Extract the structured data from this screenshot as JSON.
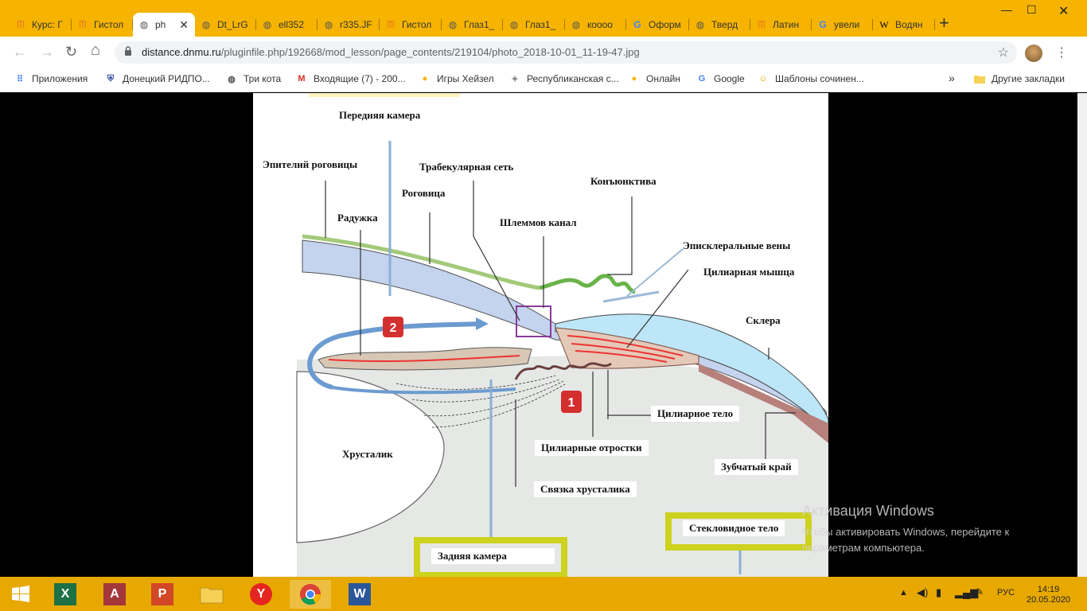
{
  "browser": {
    "tabs": [
      {
        "label": "Курс: Г",
        "icon": "moodle-icon"
      },
      {
        "label": "Гистол",
        "icon": "moodle-icon"
      },
      {
        "label": "ph",
        "icon": "globe-icon",
        "active": true
      },
      {
        "label": "Dt_LrG",
        "icon": "globe-icon"
      },
      {
        "label": "ell352",
        "icon": "globe-icon"
      },
      {
        "label": "r335.JF",
        "icon": "globe-icon"
      },
      {
        "label": "Гистол",
        "icon": "moodle-icon"
      },
      {
        "label": "Глаз1_",
        "icon": "globe-icon"
      },
      {
        "label": "Глаз1_",
        "icon": "globe-icon"
      },
      {
        "label": "кoooo",
        "icon": "globe-icon"
      },
      {
        "label": "Оформ",
        "icon": "google-icon"
      },
      {
        "label": "Тверд",
        "icon": "globe-icon"
      },
      {
        "label": "Латин",
        "icon": "moodle-icon"
      },
      {
        "label": "увели",
        "icon": "google-icon"
      },
      {
        "label": "Водян",
        "icon": "wikipedia-icon"
      }
    ],
    "new_tab": "+",
    "url_host": "distance.dnmu.ru",
    "url_path": "/pluginfile.php/192668/mod_lesson/page_contents/219104/photo_2018-10-01_11-19-47.jpg",
    "bookmarks": [
      {
        "label": "Приложения",
        "icon": "apps-icon"
      },
      {
        "label": "Донецкий РИДПО...",
        "icon": "crest-icon"
      },
      {
        "label": "Три кота",
        "icon": "globe-icon"
      },
      {
        "label": "Входящие (7) - 200...",
        "icon": "gmail-icon"
      },
      {
        "label": "Игры Хейзел",
        "icon": "circle-logo-icon"
      },
      {
        "label": "Республиканская с...",
        "icon": "emblem-icon"
      },
      {
        "label": "Онлайн",
        "icon": "circle-logo-icon"
      },
      {
        "label": "Google",
        "icon": "google-icon"
      },
      {
        "label": "Шаблоны сочинен...",
        "icon": "smiley-icon"
      }
    ],
    "other_bookmarks": "Другие закладки",
    "bookmarks_overflow": "»"
  },
  "diagram": {
    "labels": {
      "anterior_chamber": "Передняя камера",
      "corneal_epithelium": "Эпителий роговицы",
      "trabecular_meshwork": "Трабекулярная сеть",
      "cornea": "Роговица",
      "conjunctiva": "Конъюнктива",
      "iris": "Радужка",
      "schlemm_canal": "Шлеммов канал",
      "episcleral_veins": "Эписклеральные вены",
      "ciliary_muscle": "Цилиарная мышца",
      "sclera": "Склера",
      "ciliary_body": "Цилиарное тело",
      "ciliary_processes": "Цилиарные отростки",
      "ora_serrata": "Зубчатый край",
      "lens": "Хрусталик",
      "zonule": "Связка хрусталика",
      "vitreous": "Стекловидное тело",
      "posterior_chamber": "Задняя камера",
      "marker_1": "1",
      "marker_2": "2"
    }
  },
  "activation": {
    "title": "Активация Windows",
    "line1": "Чтобы активировать Windows, перейдите к",
    "line2": "параметрам компьютера."
  },
  "taskbar": {
    "apps": [
      "start-icon",
      "excel-icon",
      "access-icon",
      "powerpoint-icon",
      "explorer-icon",
      "yandex-icon",
      "chrome-icon",
      "word-icon"
    ],
    "lang": "РУС",
    "time": "14:19",
    "date": "20.05.2020"
  }
}
